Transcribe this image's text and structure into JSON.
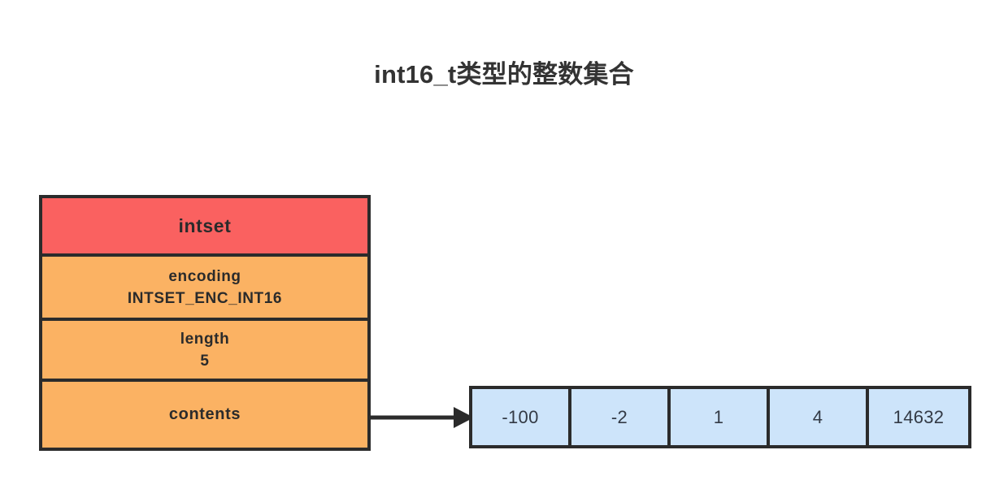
{
  "title": "int16_t类型的整数集合",
  "struct": {
    "header_label": "intset",
    "fields": [
      {
        "key": "encoding",
        "value": "INTSET_ENC_INT16"
      },
      {
        "key": "length",
        "value": "5"
      },
      {
        "key": "contents",
        "value": ""
      }
    ]
  },
  "arrow": {
    "name": "contents-pointer-arrow"
  },
  "contents_array": {
    "values": [
      "-100",
      "-2",
      "1",
      "4",
      "14632"
    ]
  },
  "colors": {
    "header_red": "#FA6160",
    "field_orange": "#FBB263",
    "cell_blue": "#CDE4FA",
    "stroke": "#2B2B2B",
    "title_text": "#333333",
    "background": "#FFFFFF"
  }
}
